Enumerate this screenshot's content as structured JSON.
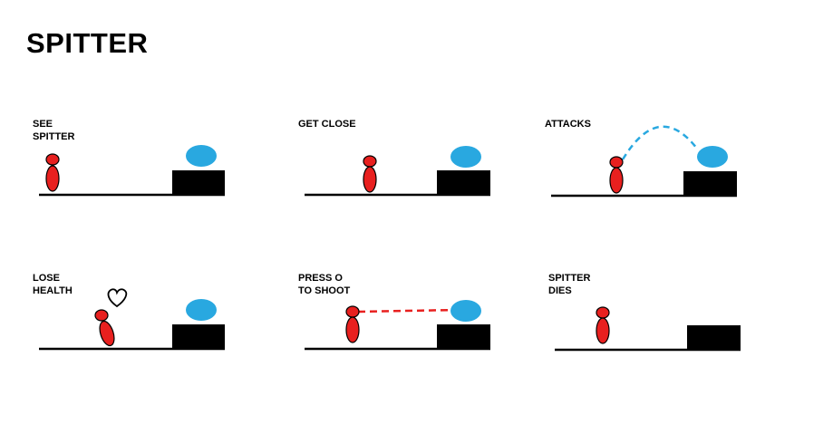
{
  "title": "SPITTER",
  "colors": {
    "player": "#e8201f",
    "spitter": "#29a8e0",
    "ground": "#000000",
    "projectile_spit": "#29a8e0",
    "projectile_shot": "#e8201f"
  },
  "panels": [
    {
      "id": "see-spitter",
      "caption": "SEE\nSPITTER"
    },
    {
      "id": "get-close",
      "caption": "GET CLOSE"
    },
    {
      "id": "attacks",
      "caption": "ATTACKS"
    },
    {
      "id": "lose-health",
      "caption": "LOSE\nHEALTH"
    },
    {
      "id": "press-o",
      "caption": "PRESS O\nTO SHOOT"
    },
    {
      "id": "spitter-dies",
      "caption": "SPITTER\nDIES"
    }
  ]
}
